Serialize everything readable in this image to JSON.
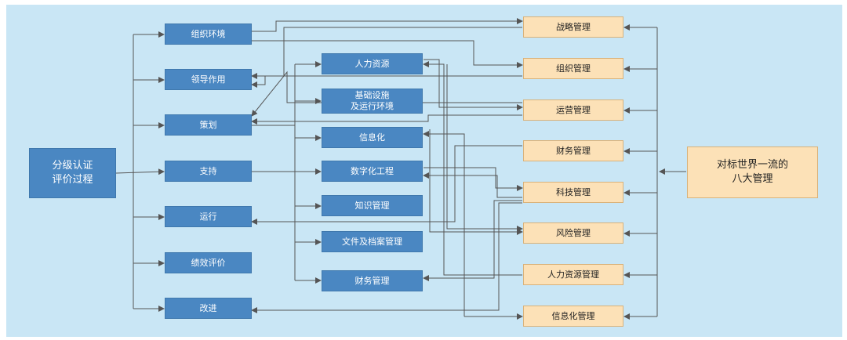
{
  "diagram": {
    "source": "分级认证\n评价过程",
    "stages": [
      "组织环境",
      "领导作用",
      "策划",
      "支持",
      "运行",
      "绩效评价",
      "改进"
    ],
    "resources": [
      "人力资源",
      "基础设施\n及运行环境",
      "信息化",
      "数字化工程",
      "知识管理",
      "文件及档案管理",
      "财务管理"
    ],
    "managements": [
      "战略管理",
      "组织管理",
      "运营管理",
      "财务管理",
      "科技管理",
      "风险管理",
      "人力资源管理",
      "信息化管理"
    ],
    "target": "对标世界一流的\n八大管理"
  },
  "colors": {
    "background": "#c9e6f5",
    "blue_box": "#4a87c2",
    "orange_box": "#fce1b7",
    "line": "#555555"
  }
}
